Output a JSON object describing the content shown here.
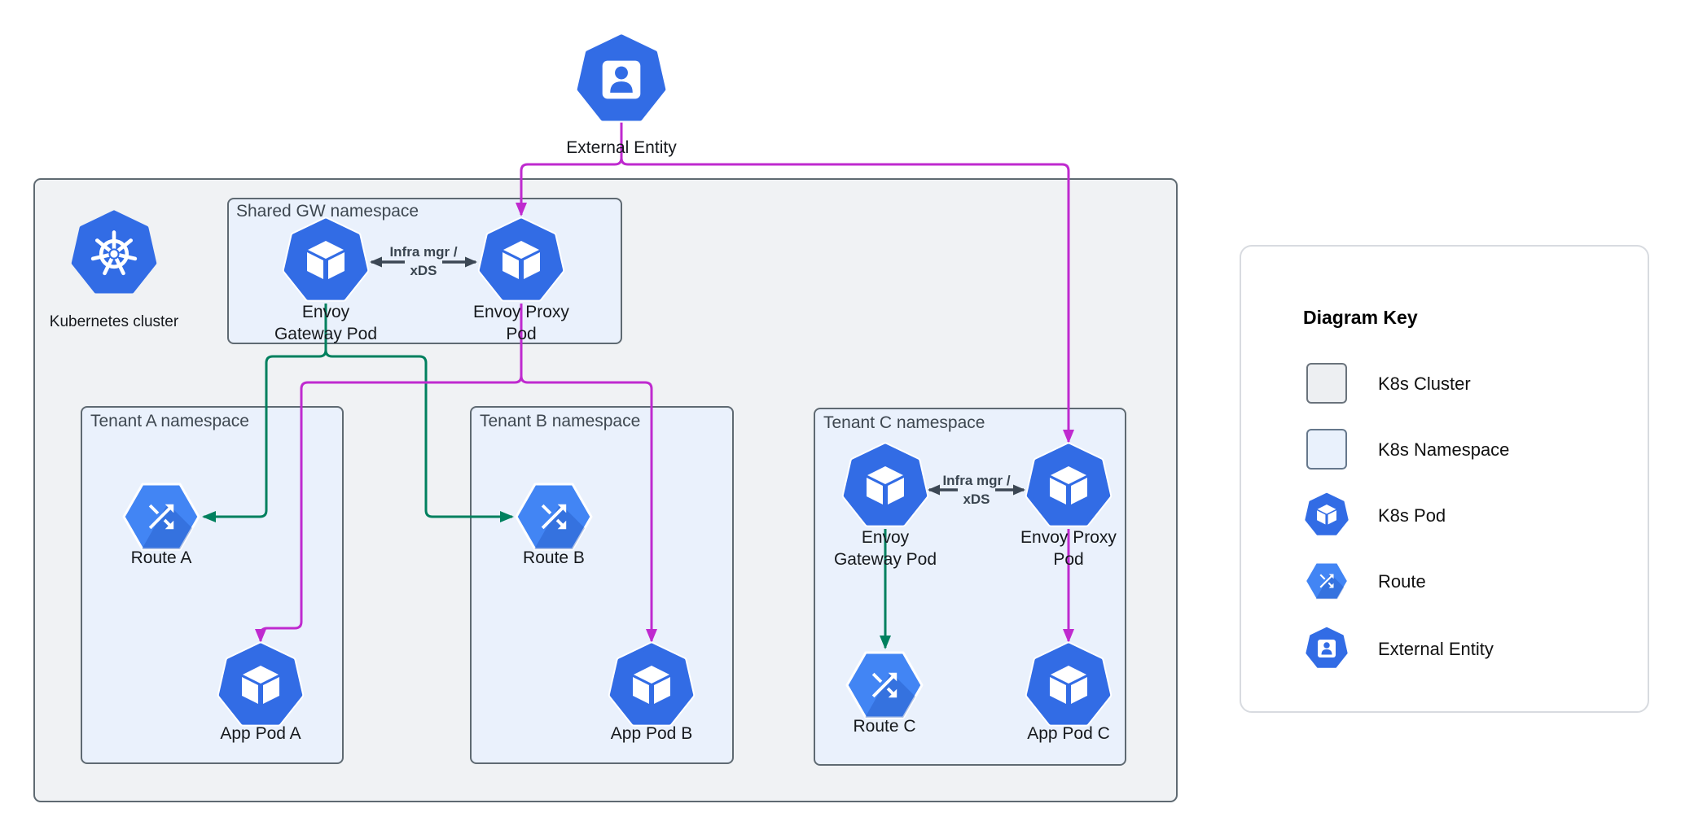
{
  "diagram": {
    "external_entity": {
      "label": "External Entity"
    },
    "cluster": {
      "label": "Kubernetes cluster",
      "shared_namespace": {
        "title": "Shared GW namespace",
        "gateway_pod": {
          "label_line1": "Envoy",
          "label_line2": "Gateway Pod"
        },
        "proxy_pod": {
          "label_line1": "Envoy Proxy",
          "label_line2": "Pod"
        },
        "link_label": {
          "line1": "Infra mgr /",
          "line2": "xDS"
        }
      },
      "tenant_a": {
        "title": "Tenant A namespace",
        "route_label": "Route A",
        "app_pod_label": "App Pod A"
      },
      "tenant_b": {
        "title": "Tenant B namespace",
        "route_label": "Route B",
        "app_pod_label": "App Pod B"
      },
      "tenant_c": {
        "title": "Tenant C namespace",
        "gateway_pod": {
          "label_line1": "Envoy",
          "label_line2": "Gateway Pod"
        },
        "proxy_pod": {
          "label_line1": "Envoy Proxy",
          "label_line2": "Pod"
        },
        "link_label": {
          "line1": "Infra mgr /",
          "line2": "xDS"
        },
        "route_label": "Route C",
        "app_pod_label": "App Pod C"
      }
    },
    "edges": [
      {
        "from": "external-entity",
        "to": "shared-envoy-proxy-pod",
        "color": "magenta"
      },
      {
        "from": "external-entity",
        "to": "tenant-c-envoy-proxy-pod",
        "color": "magenta"
      },
      {
        "from": "shared-envoy-gateway-pod",
        "to": "route-a",
        "color": "green"
      },
      {
        "from": "shared-envoy-gateway-pod",
        "to": "route-b",
        "color": "green"
      },
      {
        "from": "shared-envoy-proxy-pod",
        "to": "app-pod-a",
        "color": "magenta"
      },
      {
        "from": "shared-envoy-proxy-pod",
        "to": "app-pod-b",
        "color": "magenta"
      },
      {
        "from": "shared-envoy-gateway-pod",
        "to": "shared-envoy-proxy-pod",
        "label": "Infra mgr / xDS",
        "color": "dark"
      },
      {
        "from": "tenant-c-envoy-gateway-pod",
        "to": "tenant-c-envoy-proxy-pod",
        "label": "Infra mgr / xDS",
        "color": "dark"
      },
      {
        "from": "tenant-c-envoy-gateway-pod",
        "to": "route-c",
        "color": "green"
      },
      {
        "from": "tenant-c-envoy-proxy-pod",
        "to": "app-pod-c",
        "color": "magenta"
      }
    ]
  },
  "key": {
    "title": "Diagram Key",
    "items": [
      {
        "name": "k8s-cluster",
        "label": "K8s Cluster"
      },
      {
        "name": "k8s-namespace",
        "label": "K8s Namespace"
      },
      {
        "name": "k8s-pod",
        "label": "K8s Pod"
      },
      {
        "name": "route",
        "label": "Route"
      },
      {
        "name": "external-entity",
        "label": "External Entity"
      }
    ]
  },
  "colors": {
    "k8s_blue": "#326CE5",
    "route_blue": "#4285F4",
    "cluster_fill": "#F0F2F4",
    "cluster_border": "#5F6A72",
    "namespace_fill": "#EAF1FC",
    "namespace_border": "#5F6A72",
    "edge_green": "#00805E",
    "edge_magenta": "#BF2ACF",
    "xds_arrow": "#3C4754",
    "key_panel_border": "#D8DBE0"
  }
}
